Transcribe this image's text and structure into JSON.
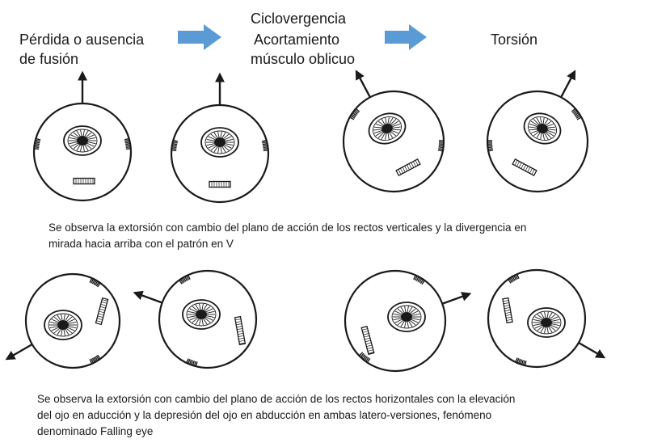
{
  "header": {
    "stage1_line1": "Pérdida o ausencia",
    "stage1_line2": "de fusión",
    "stage2_line1": "Ciclovergencia",
    "stage2_line2": "Acortamiento",
    "stage2_line3": "músculo oblicuo",
    "stage3": "Torsión"
  },
  "captions": {
    "top_line1": "Se observa la extorsión con cambio del plano de acción de los rectos verticales y la divergencia en",
    "top_line2": "mirada hacia arriba con el patrón en V",
    "bottom_line1": "Se observa la extorsión con cambio del plano de acción de los rectos horizontales  con  la elevación",
    "bottom_line2": "del ojo en  aducción y la depresión  del ojo  en abducción en ambas latero-versiones, fenómeno",
    "bottom_line3": "denominado Falling eye"
  },
  "colors": {
    "flow_arrow": "#5b9bd5",
    "ink": "#1a1a1a"
  }
}
